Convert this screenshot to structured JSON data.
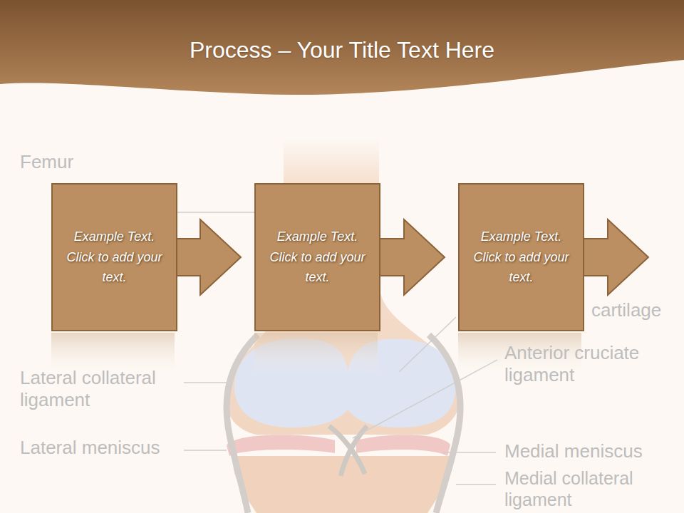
{
  "diagram": {
    "title": "Process – Your Title Text Here",
    "nodes": [
      {
        "text": [
          "Example Text. Click to add your text."
        ]
      },
      {
        "text": [
          "Example Text. Click to add your text."
        ]
      },
      {
        "text": [
          "Example Text. Click to add your text."
        ]
      }
    ],
    "edges": [
      {
        "from": 0,
        "to": 1,
        "arrow": "to"
      },
      {
        "from": 1,
        "to": 2,
        "arrow": "to"
      }
    ],
    "labels": [
      "Femur",
      "cartilage",
      "Lateral collateral ligament",
      "Anterior cruciate ligament",
      "Lateral meniscus",
      "Medial meniscus",
      "Medial collateral ligament"
    ]
  }
}
